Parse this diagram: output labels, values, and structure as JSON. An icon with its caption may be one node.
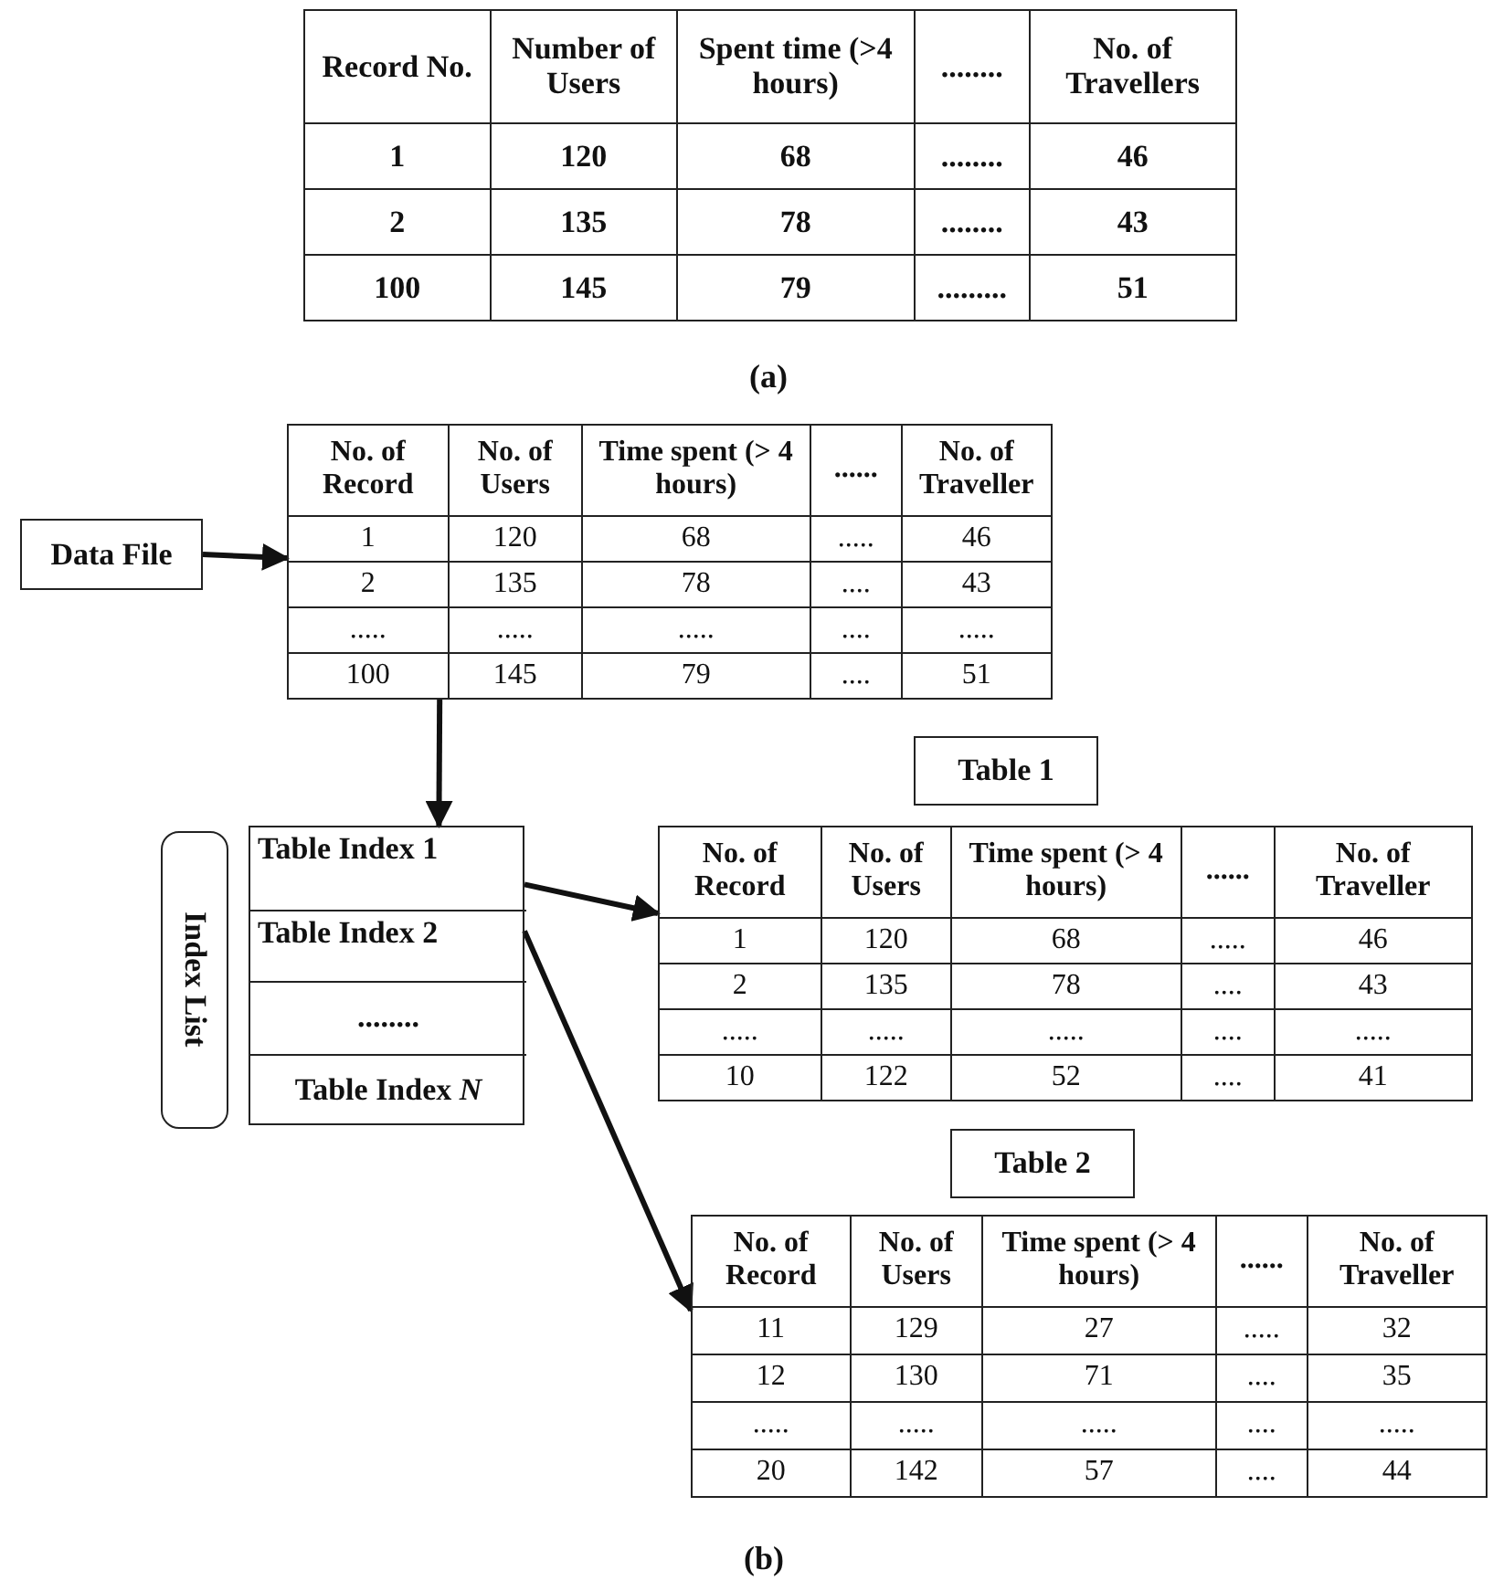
{
  "diagram": {
    "nodes": [
      {
        "text": [
          "Record No.",
          "Number of Users",
          "Spent time (>4 hours)",
          "........",
          "No. of Travellers",
          "1",
          "120",
          "68",
          "........",
          "46",
          "2",
          "135",
          "78",
          "........",
          "43",
          "100",
          "145",
          "79",
          ".........",
          "51"
        ]
      },
      {
        "text": [
          "Data File"
        ]
      },
      {
        "text": [
          "No. of Record",
          "No. of Users",
          "Time spent (> 4 hours)",
          "......",
          "No. of Traveller",
          "1",
          "120",
          "68",
          ".....",
          "46",
          "2",
          "135",
          "78",
          "....",
          "43",
          ".....",
          ".....",
          ".....",
          "....",
          ".....",
          "100",
          "145",
          "79",
          "....",
          "51"
        ]
      },
      {
        "text": [
          "Index List"
        ]
      },
      {
        "text": [],
        "shape": "box"
      },
      {
        "text": [
          "Table Index 1"
        ],
        "in": 4
      },
      {
        "text": [
          "Table Index 2"
        ],
        "in": 4
      },
      {
        "text": [
          "........"
        ],
        "in": 4
      },
      {
        "text": [
          "Table Index *N*"
        ],
        "in": 4
      },
      {
        "text": [
          "Table 1"
        ]
      },
      {
        "text": [
          "No. of Record",
          "No. of Users",
          "Time spent (> 4 hours)",
          "......",
          "No. of Traveller",
          "1",
          "120",
          "68",
          ".....",
          "46",
          "2",
          "135",
          "78",
          "....",
          "43",
          ".....",
          ".....",
          ".....",
          "....",
          ".....",
          "10",
          "122",
          "52",
          "....",
          "41"
        ]
      },
      {
        "text": [
          "Table 2"
        ]
      },
      {
        "text": [
          "No. of Record",
          "No. of Users",
          "Time spent (> 4 hours)",
          "......",
          "No. of Traveller",
          "11",
          "129",
          "27",
          ".....",
          "32",
          "12",
          "130",
          "71",
          "....",
          "35",
          ".....",
          ".....",
          ".....",
          "....",
          ".....",
          "20",
          "142",
          "57",
          "....",
          "44"
        ]
      }
    ],
    "edges": [
      {
        "from": 1,
        "to": 2,
        "arrow": "to"
      },
      {
        "from": 2,
        "to": 4,
        "arrow": "to"
      },
      {
        "from": 5,
        "to": 10,
        "arrow": "to"
      },
      {
        "from": 6,
        "to": 12,
        "arrow": "to"
      }
    ],
    "labels": [
      "(a)",
      "(b)"
    ]
  }
}
